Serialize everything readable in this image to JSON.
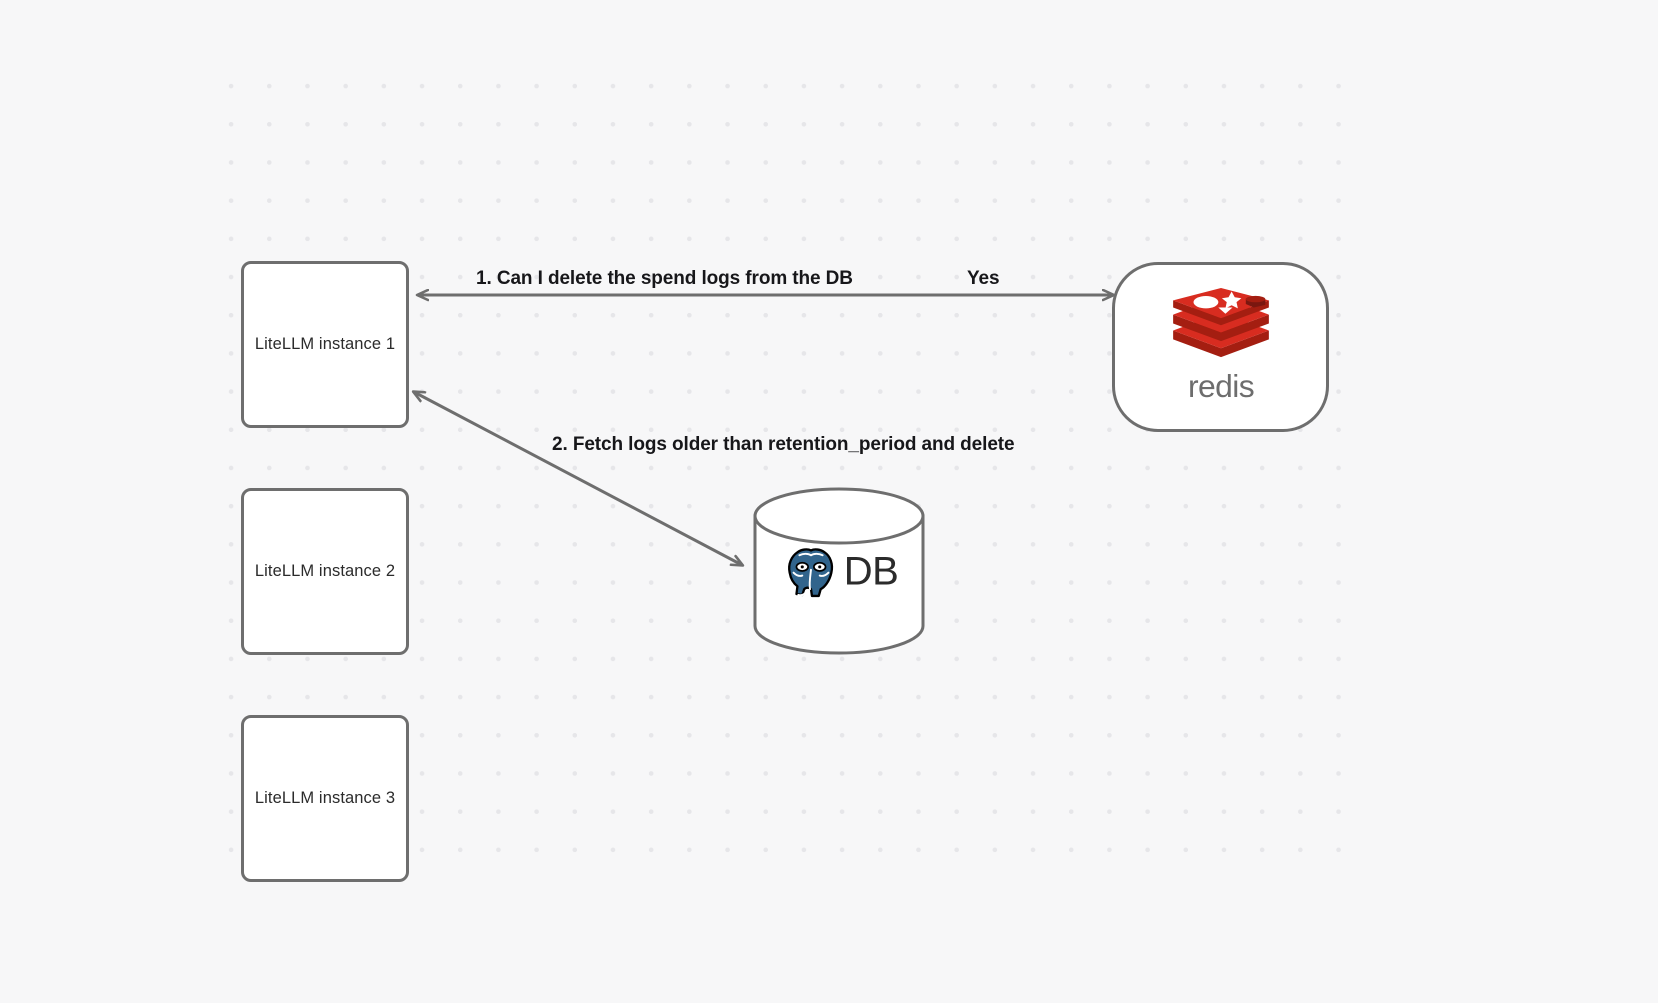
{
  "diagram": {
    "background_color": "#f7f7f8",
    "dot_color": "#e6e6e9",
    "stroke_color": "#6e6e6e",
    "nodes": [
      {
        "id": "litellm-1",
        "label": "LiteLLM instance 1",
        "type": "box"
      },
      {
        "id": "litellm-2",
        "label": "LiteLLM instance 2",
        "type": "box"
      },
      {
        "id": "litellm-3",
        "label": "LiteLLM instance 3",
        "type": "box"
      },
      {
        "id": "redis",
        "label": "redis",
        "type": "rounded-box",
        "logo": "redis-logo",
        "accent_color": "#d82c20"
      },
      {
        "id": "db",
        "label": "DB",
        "type": "cylinder",
        "logo": "postgresql-elephant-icon",
        "accent_color": "#31648c"
      }
    ],
    "edges": [
      {
        "id": "edge-litellm1-redis",
        "from": "litellm-1",
        "to": "redis",
        "label": "1.  Can I delete the spend logs from the DB",
        "reply_label": "Yes",
        "direction": "bidirectional"
      },
      {
        "id": "edge-litellm1-db",
        "from": "litellm-1",
        "to": "db",
        "label": "2.  Fetch logs older than retention_period and delete",
        "direction": "bidirectional"
      }
    ]
  }
}
